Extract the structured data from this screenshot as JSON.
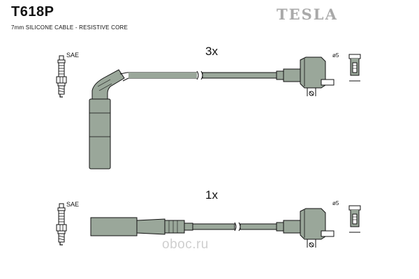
{
  "header": {
    "part_number": "T618P",
    "spec": "7mm SILICONE CABLE - RESISTIVE CORE",
    "brand": "TESLA"
  },
  "leads": [
    {
      "quantity": "3x",
      "plug_label": "SAE",
      "diameter_label": "ø5",
      "boot_type": "angled"
    },
    {
      "quantity": "1x",
      "plug_label": "SAE",
      "diameter_label": "ø5",
      "boot_type": "straight"
    }
  ],
  "watermark": "oboc.ru",
  "colors": {
    "cable": "#9aa79a",
    "outline": "#111111",
    "brand": "#a9a9a9",
    "watermark": "#cfcfcf"
  }
}
